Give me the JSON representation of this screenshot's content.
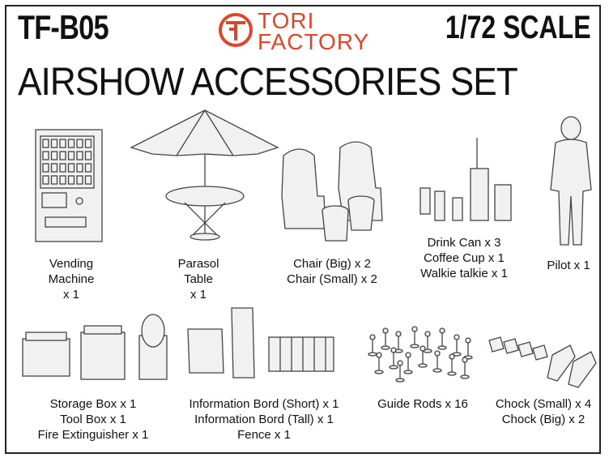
{
  "header": {
    "product_code": "TF-B05",
    "scale": "1/72 SCALE",
    "brand_line1": "TORI",
    "brand_line2": "FACTORY",
    "title": "AIRSHOW ACCESSORIES SET"
  },
  "items": {
    "vending": [
      "Vending",
      "Machine",
      "x 1"
    ],
    "parasol": [
      "Parasol",
      "Table",
      "x 1"
    ],
    "chairs": [
      "Chair (Big)  x 2",
      "Chair (Small) x 2"
    ],
    "drinks": [
      "Drink Can  x 3",
      "Coffee Cup  x 1",
      "Walkie talkie  x 1"
    ],
    "pilot": "Pilot  x 1",
    "boxes": [
      "Storage Box  x 1",
      "Tool Box  x 1",
      "Fire Extinguisher  x 1"
    ],
    "boards": [
      "Information Bord (Short)  x 1",
      "Information Bord (Tall)  x 1",
      "Fence  x 1"
    ],
    "rods": "Guide Rods  x 16",
    "chocks": [
      "Chock (Small)  x 4",
      "Chock (Big)  x 2"
    ]
  },
  "colors": {
    "brand": "#e0442a",
    "ink": "#111111"
  }
}
